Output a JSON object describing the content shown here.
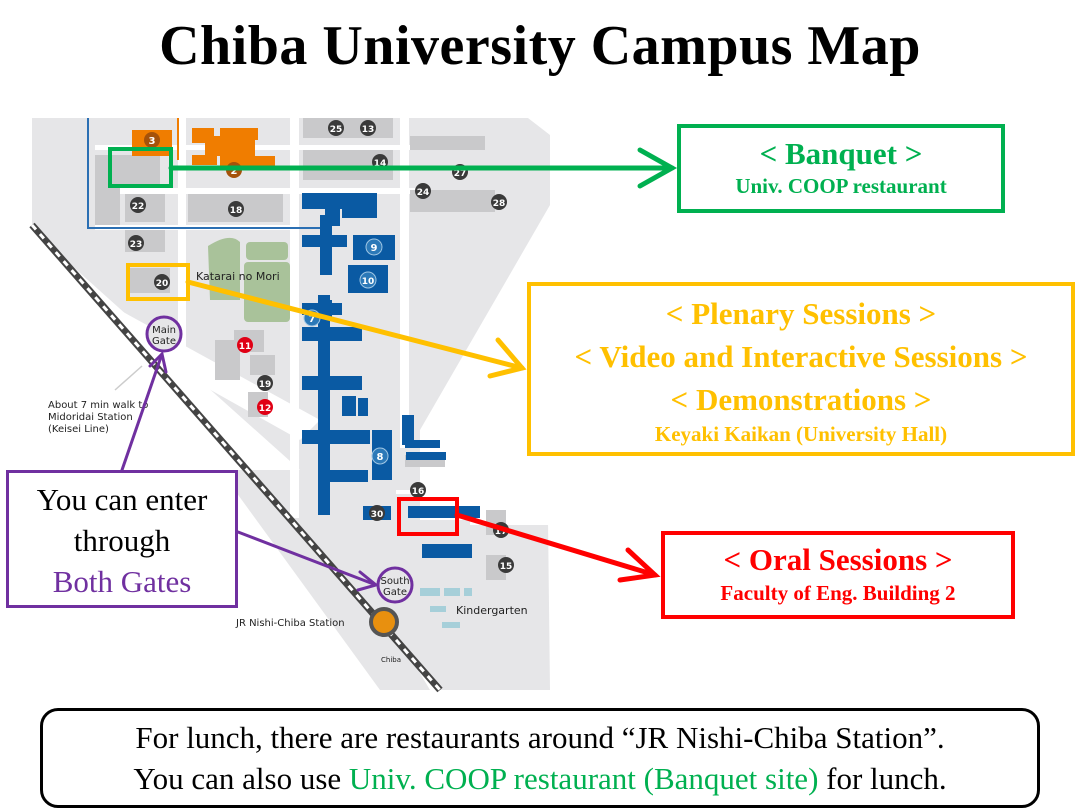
{
  "title": "Chiba University Campus Map",
  "colors": {
    "banquet": "#00b050",
    "plenary": "#ffc000",
    "oral": "#ff0000",
    "gates": "#7030a0",
    "building_blue": "#0a5aa3",
    "building_orange": "#f07d00",
    "building_gray": "#c9c9cb",
    "ground": "#e6e6e8",
    "forest": "#a9c29a",
    "station": "#e8900f"
  },
  "map": {
    "building_numbers": [
      "3",
      "2",
      "25",
      "13",
      "14",
      "27",
      "24",
      "28",
      "22",
      "18",
      "23",
      "20",
      "9",
      "10",
      "7",
      "8",
      "11",
      "19",
      "12",
      "16",
      "30",
      "17",
      "15"
    ],
    "labels": {
      "katarai": "Katarai no Mori",
      "main_gate_line1": "Main",
      "main_gate_line2": "Gate",
      "south_gate_line1": "South",
      "south_gate_line2": "Gate",
      "walk_line1": "About 7 min walk to",
      "walk_line2": "Midoridai Station",
      "walk_line3": "(Keisei Line)",
      "station": "JR Nishi-Chiba Station",
      "chiba": "Chiba",
      "kindergarten": "Kindergarten"
    }
  },
  "callouts": {
    "banquet": {
      "heading": "< Banquet >",
      "venue": "Univ. COOP restaurant"
    },
    "plenary": {
      "heading1": "< Plenary Sessions >",
      "heading2": "< Video and Interactive Sessions >",
      "heading3": "< Demonstrations >",
      "venue": "Keyaki Kaikan (University Hall)"
    },
    "oral": {
      "heading": "< Oral Sessions >",
      "venue": "Faculty of Eng. Building 2"
    },
    "gates": {
      "line1": "You can enter",
      "line2": "through",
      "line3": "Both Gates"
    }
  },
  "lunch_note": {
    "line1": "For lunch, there are restaurants around “JR Nishi-Chiba Station”.",
    "line2_prefix": "You can also use ",
    "line2_highlight": "Univ. COOP restaurant (Banquet site)",
    "line2_suffix": " for lunch."
  }
}
